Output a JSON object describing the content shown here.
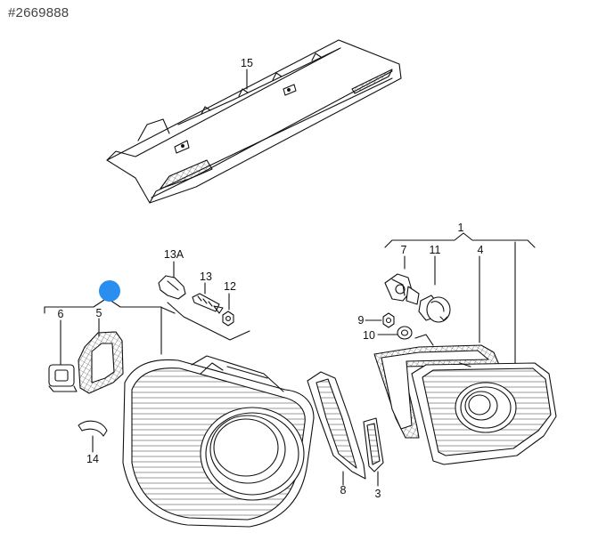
{
  "part_number": "#2669888",
  "marker_color": "#2a8df0",
  "callouts": {
    "c1": "1",
    "c3": "3",
    "c4": "4",
    "c5": "5",
    "c6": "6",
    "c7": "7",
    "c8": "8",
    "c9": "9",
    "c10": "10",
    "c11": "11",
    "c12": "12",
    "c13": "13",
    "c13a": "13A",
    "c14": "14",
    "c15": "15"
  }
}
